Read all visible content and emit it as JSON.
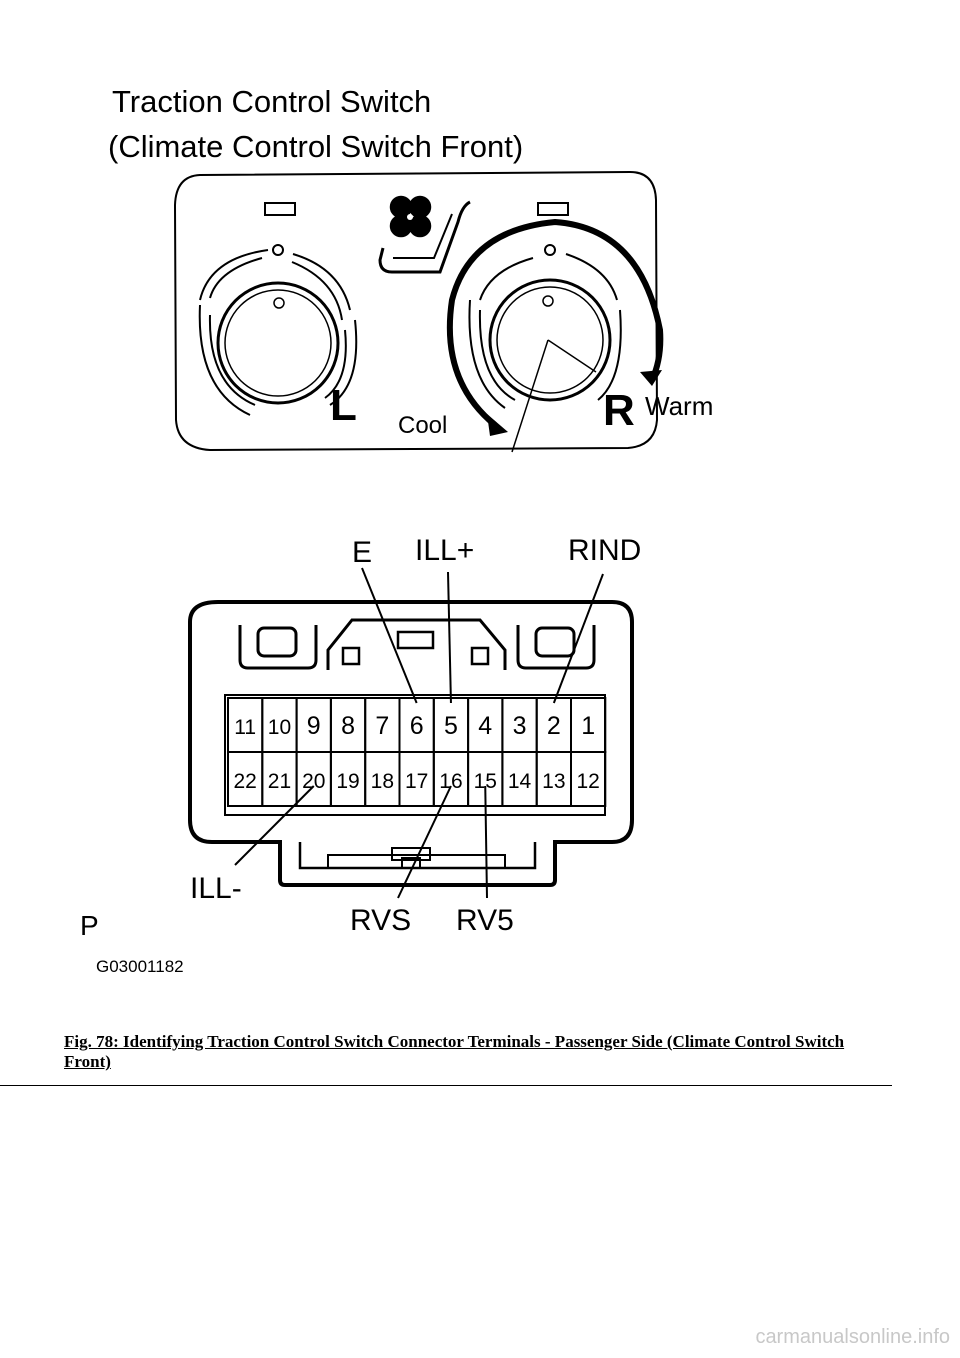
{
  "figure": {
    "title_line1": "Traction Control Switch",
    "title_line2": "(Climate Control Switch Front)",
    "switch": {
      "left_knob_label": "L",
      "right_knob_label": "R",
      "cool_label": "Cool",
      "warm_label": "Warm",
      "center_icon": "seat-fan-icon"
    },
    "connector": {
      "view_label": "P",
      "figure_code": "G03001182",
      "top_row_pins": [
        "11",
        "10",
        "9",
        "8",
        "7",
        "6",
        "5",
        "4",
        "3",
        "2",
        "1"
      ],
      "bottom_row_pins": [
        "22",
        "21",
        "20",
        "19",
        "18",
        "17",
        "16",
        "15",
        "14",
        "13",
        "12"
      ],
      "callouts": [
        {
          "label": "E",
          "pin": "6"
        },
        {
          "label": "ILL+",
          "pin": "5"
        },
        {
          "label": "RIND",
          "pin": "2"
        },
        {
          "label": "ILL-",
          "pin": "20"
        },
        {
          "label": "RVS",
          "pin": "16"
        },
        {
          "label": "RV5",
          "pin": "15"
        }
      ]
    }
  },
  "caption": "Fig. 78: Identifying Traction Control Switch Connector Terminals - Passenger Side (Climate Control Switch Front)",
  "watermark": "carmanualsonline.info",
  "colors": {
    "ink": "#000000",
    "watermark": "#c8c8c8",
    "background": "#ffffff"
  }
}
